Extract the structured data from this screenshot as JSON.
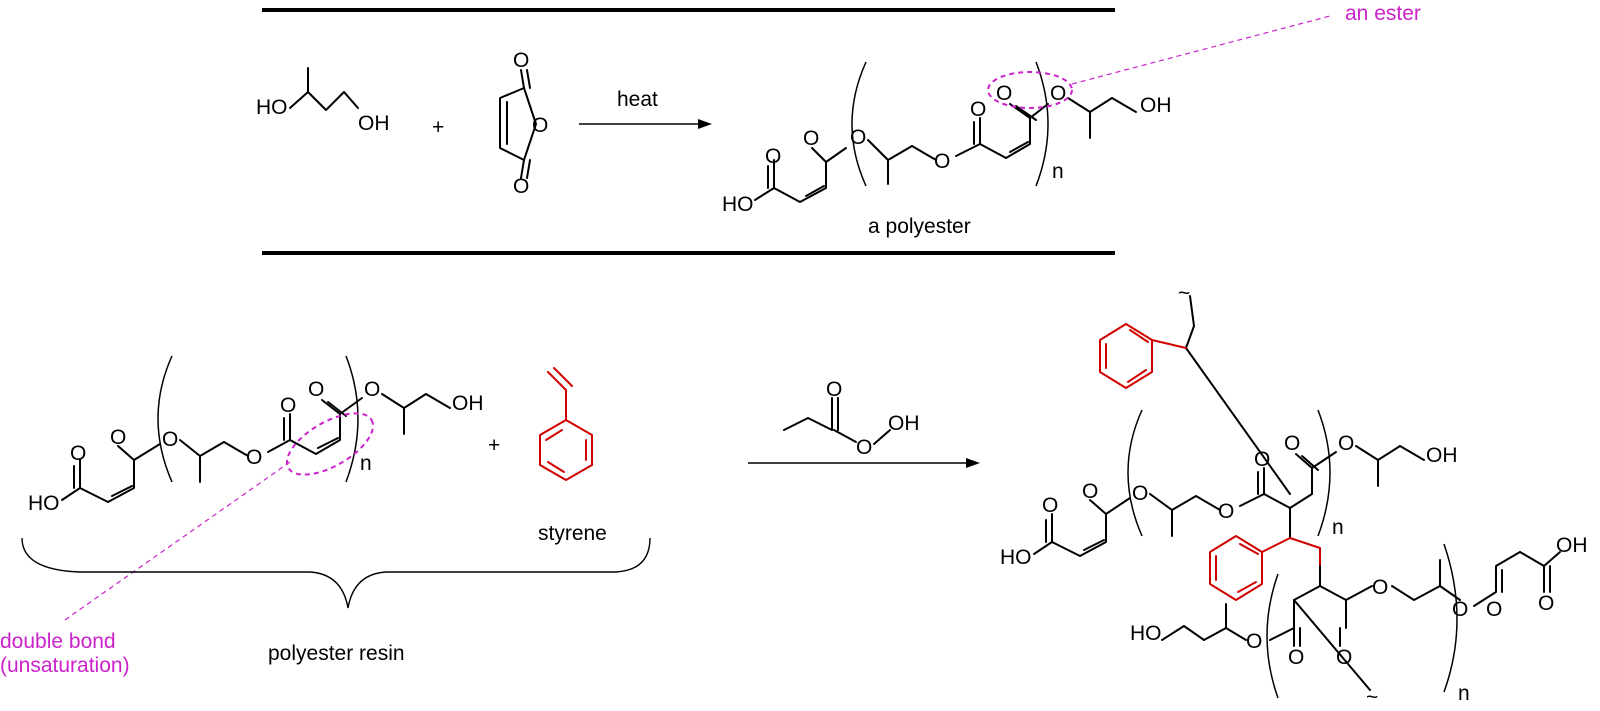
{
  "colors": {
    "ink": "#000000",
    "highlight": "#d00000",
    "annotation": "#cc22cc"
  },
  "reaction1": {
    "reagent_label": "heat",
    "product_label": "a polyester",
    "annotation": "an ester",
    "repeat_subscript": "n",
    "plus": "+",
    "atoms": {
      "diol_ho": "HO",
      "diol_oh": "OH",
      "anhydride_o_top": "O",
      "anhydride_o_ring": "O",
      "anhydride_o_bottom": "O",
      "acid_ho": "HO",
      "acid_o": "O",
      "o1": "O",
      "o2": "O",
      "o3": "O",
      "o4": "O",
      "o5": "O",
      "end_o": "O",
      "end_oh": "OH"
    }
  },
  "reaction2": {
    "reagent_atoms": {
      "o_carbonyl": "O",
      "o_peroxy": "O",
      "oh": "OH"
    },
    "styrene_label": "styrene",
    "resin_label": "polyester resin",
    "annotation_line1": "double bond",
    "annotation_line2": "(unsaturation)",
    "plus": "+",
    "repeat_subscript": "n",
    "repeat_subscript_2": "n",
    "repeat_subscript_3": "n",
    "resin_atoms": {
      "ho": "HO",
      "o1": "O",
      "o2": "O",
      "o3": "O",
      "o4": "O",
      "o5": "O",
      "o6": "O",
      "oh": "OH"
    },
    "product_atoms": {
      "ho_left": "HO",
      "o_a": "O",
      "o_b": "O",
      "o_c": "O",
      "o_d": "O",
      "o_e": "O",
      "o_f": "O",
      "oh_top": "OH",
      "ho_bottom": "HO",
      "o_g": "O",
      "o_h": "O",
      "o_i": "O",
      "o_j": "O",
      "o_k": "O",
      "oh_right": "OH",
      "o_l": "O"
    }
  }
}
